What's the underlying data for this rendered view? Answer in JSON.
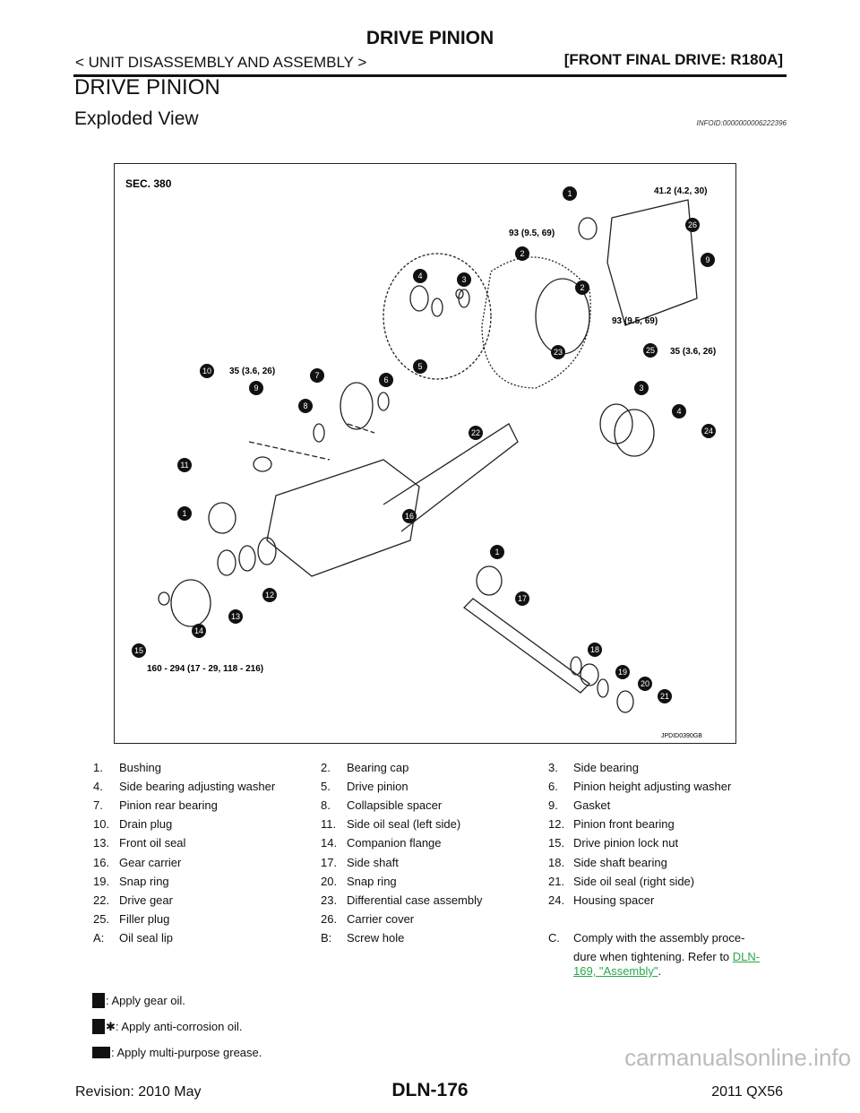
{
  "header": {
    "title": "DRIVE PINION",
    "breadcrumb": "< UNIT DISASSEMBLY AND ASSEMBLY >",
    "section": "[FRONT FINAL DRIVE: R180A]"
  },
  "page_title": "DRIVE PINION",
  "subheading": "Exploded View",
  "info_id": "INFOID:0000000006222396",
  "diagram": {
    "sec": "SEC. 380",
    "code": "JPDID0390GB",
    "torques": [
      "41.2 (4.2, 30)",
      "93 (9.5, 69)",
      "93 (9.5, 69)",
      "35 (3.6, 26)",
      "35 (3.6, 26)",
      "160 - 294 (17 - 29, 118 - 216)"
    ],
    "callouts": [
      "1",
      "26",
      "9",
      "2",
      "2",
      "25",
      "4",
      "3",
      "23",
      "5",
      "6",
      "7",
      "10",
      "9",
      "8",
      "22",
      "3",
      "4",
      "24",
      "11",
      "1",
      "16",
      "1",
      "12",
      "13",
      "14",
      "15",
      "17",
      "18",
      "19",
      "20",
      "21"
    ]
  },
  "legend": [
    [
      "1.",
      "Bushing",
      "2.",
      "Bearing cap",
      "3.",
      "Side bearing"
    ],
    [
      "4.",
      "Side bearing adjusting washer",
      "5.",
      "Drive pinion",
      "6.",
      "Pinion height adjusting washer"
    ],
    [
      "7.",
      "Pinion rear bearing",
      "8.",
      "Collapsible spacer",
      "9.",
      "Gasket"
    ],
    [
      "10.",
      "Drain plug",
      "11.",
      "Side oil seal (left side)",
      "12.",
      "Pinion front bearing"
    ],
    [
      "13.",
      "Front oil seal",
      "14.",
      "Companion flange",
      "15.",
      "Drive pinion lock nut"
    ],
    [
      "16.",
      "Gear carrier",
      "17.",
      "Side shaft",
      "18.",
      "Side shaft bearing"
    ],
    [
      "19.",
      "Snap ring",
      "20.",
      "Snap ring",
      "21.",
      "Side oil seal (right side)"
    ],
    [
      "22.",
      "Drive gear",
      "23.",
      "Differential case assembly",
      "24.",
      "Housing spacer"
    ],
    [
      "25.",
      "Filler plug",
      "26.",
      "Carrier cover",
      "",
      ""
    ],
    [
      "A:",
      "Oil seal lip",
      "B:",
      "Screw hole",
      "C.",
      "Comply with the assembly proce-"
    ]
  ],
  "legend_c_line2": "dure when tightening. Refer to ",
  "legend_c_link1": "DLN-",
  "legend_c_link2": "169, \"Assembly\"",
  "legend_c_end": ".",
  "notes": [
    ": Apply gear oil.",
    ": Apply anti-corrosion oil.",
    ": Apply multi-purpose grease."
  ],
  "footer": {
    "revision": "Revision: 2010 May",
    "page": "DLN-176",
    "model": "2011 QX56",
    "watermark": "carmanualsonline.info"
  }
}
